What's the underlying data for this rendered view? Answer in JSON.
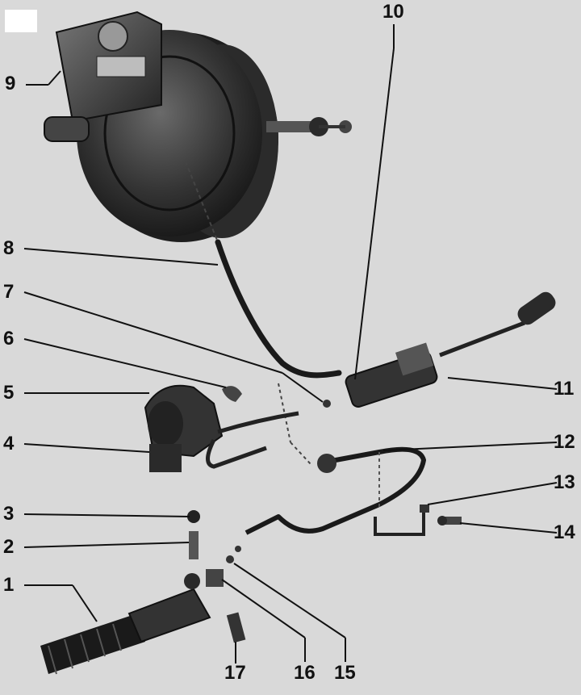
{
  "labels": {
    "l1": "1",
    "l2": "2",
    "l3": "3",
    "l4": "4",
    "l5": "5",
    "l6": "6",
    "l7": "7",
    "l8": "8",
    "l9": "9",
    "l10": "10",
    "l11": "11",
    "l12": "12",
    "l13": "13",
    "l14": "14",
    "l15": "15",
    "l16": "16",
    "l17": "17"
  },
  "colors": {
    "ink": "#111111",
    "paper": "#d9d9d9",
    "part_dark": "#2a2a2a",
    "part_mid": "#555555"
  }
}
